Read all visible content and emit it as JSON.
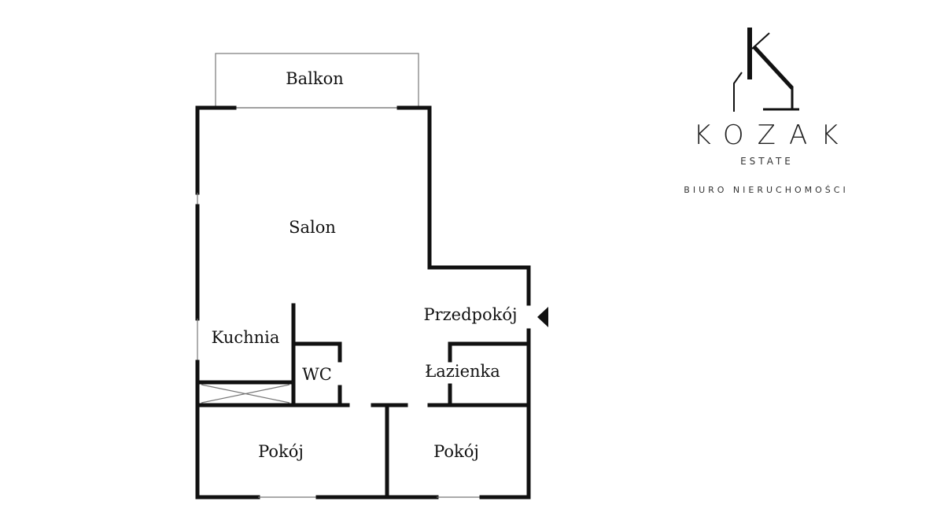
{
  "floor_plan": {
    "rooms": {
      "balcony": "Balkon",
      "living_room": "Salon",
      "hallway": "Przedpokój",
      "kitchen": "Kuchnia",
      "wc": "WC",
      "bathroom": "Łazienka",
      "room_left": "Pokój",
      "room_right": "Pokój"
    },
    "entrance_icon": "triangle-left-icon"
  },
  "logo": {
    "name": "KOZAK",
    "subtitle": "ESTATE",
    "tagline": "BIURO NIERUCHOMOŚCI"
  }
}
